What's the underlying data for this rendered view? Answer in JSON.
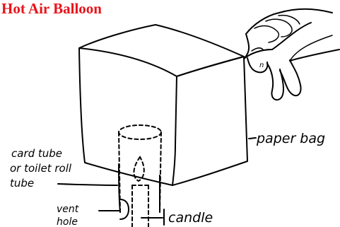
{
  "title": "Hot Air Balloon",
  "title_color": "#e8141b",
  "labels": {
    "paper_bag": "paper bag",
    "tube_line1": "card tube",
    "tube_line2": "or toilet roll",
    "tube_line3": "tube",
    "vent_line1": "vent",
    "vent_line2": "hole",
    "candle": "candle",
    "hand_mark": "n"
  }
}
